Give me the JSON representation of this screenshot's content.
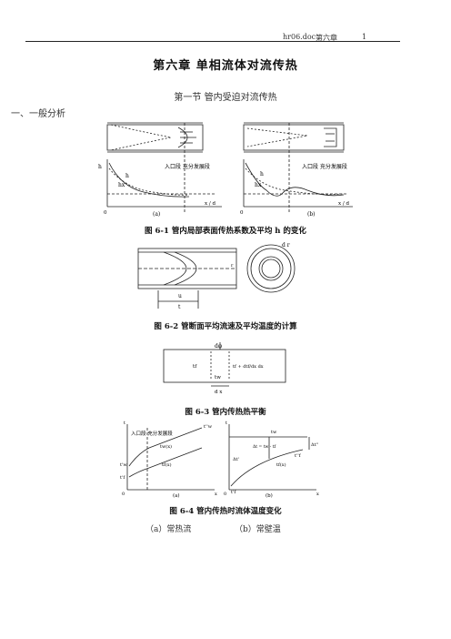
{
  "header": {
    "filename": "hr06.doc",
    "chapter": "第六章",
    "page": "1"
  },
  "title": "第六章 单相流体对流传热",
  "section": "第一节 管内受迫对流传热",
  "subsection": "一、一般分析",
  "fig1": {
    "caption": "图 6-1 管内局部表面传热系数及平均 h 的变化",
    "zone_label": "入口段 充分发展段",
    "xaxis": "x / d",
    "panel_a": "(a)",
    "panel_b": "(b)",
    "origin": "0",
    "h_label": "h",
    "hx_label": "hx",
    "y_label": "h"
  },
  "fig2": {
    "caption": "图 6-2 管断面平均流速及平均温度的计算",
    "u_label": "u",
    "t_label": "t",
    "r_label": "r",
    "dr_label": "d r"
  },
  "fig3": {
    "caption": "图 6-3 管内传热热平衡",
    "dphi_label": "dφ",
    "tf_label": "tf",
    "tw_label": "tw",
    "dx_label": "d x",
    "rhs_label": "tf + dtf/dx dx"
  },
  "fig4": {
    "caption": "图 6-4 管内传热时流体温度变化",
    "zone_label": "入口段 充分发展段",
    "tw_a": "tw(x)",
    "tf_a": "tf(x)",
    "tw_top": "t''w",
    "tw_left": "t'w",
    "tf_left": "t'f",
    "t_axis": "t",
    "x_axis": "x",
    "tw_b": "tw",
    "tf_b": "tf(x)",
    "tf_end": "t''f",
    "tf_start": "t'f",
    "dt_left": "Δt'",
    "dt_right": "Δt''",
    "dt_mid": "Δt = tw - tf",
    "panel_a": "(a)",
    "panel_b": "(b)",
    "origin": "0"
  },
  "labels": {
    "a": "（a）常热流",
    "b": "（b）常壁温"
  }
}
